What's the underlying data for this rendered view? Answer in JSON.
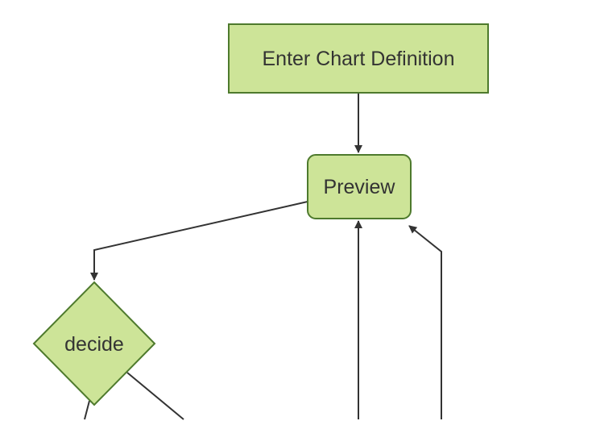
{
  "colors": {
    "background": "#ffffff",
    "node_fill": "#cde498",
    "node_border": "#4e7a2d",
    "edge_line": "#333333",
    "label_text": "#333333"
  },
  "diagram": {
    "type": "flowchart",
    "direction": "top-down",
    "nodes": [
      {
        "id": "enter-chart-definition",
        "label": "Enter Chart Definition",
        "shape": "rectangle"
      },
      {
        "id": "preview",
        "label": "Preview",
        "shape": "rounded-rectangle"
      },
      {
        "id": "decide",
        "label": "decide",
        "shape": "diamond"
      }
    ],
    "edges": [
      {
        "from": "enter-chart-definition",
        "to": "preview",
        "arrowhead": true
      },
      {
        "from": "preview",
        "to": "decide",
        "arrowhead": true
      },
      {
        "from": "offscreen-bottom-center",
        "to": "preview",
        "arrowhead": true
      },
      {
        "from": "offscreen-bottom-right",
        "to": "preview",
        "arrowhead": true
      },
      {
        "from": "decide",
        "to": "offscreen-bottom-left",
        "arrowhead": false
      },
      {
        "from": "decide",
        "to": "offscreen-bottom-right",
        "arrowhead": false
      }
    ]
  }
}
